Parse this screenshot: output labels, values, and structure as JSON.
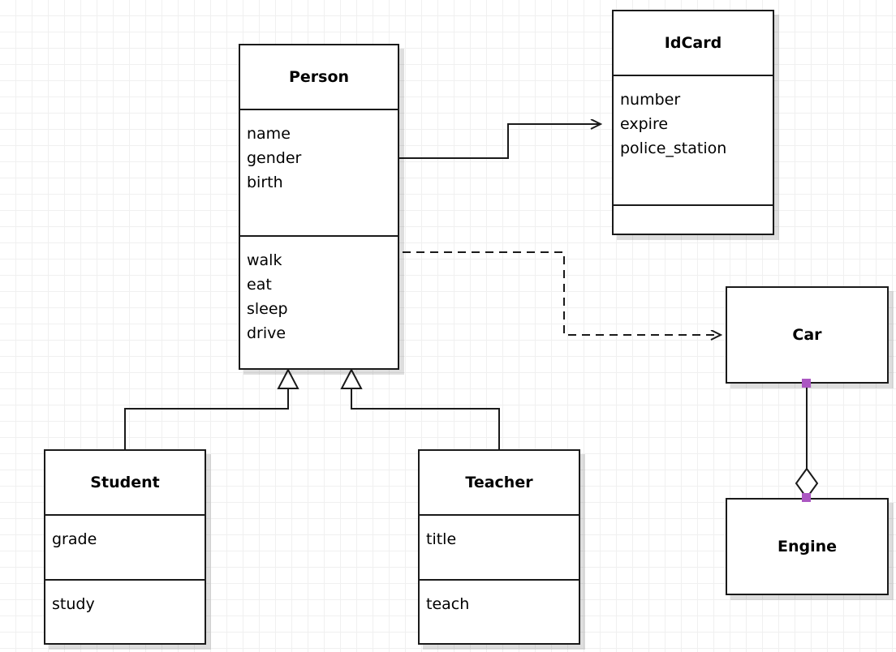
{
  "diagram": {
    "type": "uml-class-diagram",
    "background": "#ffffff",
    "grid_color": "#f0f0f0",
    "grid_size": 20,
    "line_color": "#1a1a1a",
    "handle_color": "#ab57c2"
  },
  "classes": [
    {
      "id": "person",
      "name": "Person",
      "attributes": [
        "name",
        "gender",
        "birth"
      ],
      "methods": [
        "walk",
        "eat",
        "sleep",
        "drive"
      ]
    },
    {
      "id": "idcard",
      "name": "IdCard",
      "attributes": [
        "number",
        "expire",
        "police_station"
      ],
      "methods": []
    },
    {
      "id": "student",
      "name": "Student",
      "attributes": [
        "grade"
      ],
      "methods": [
        "study"
      ]
    },
    {
      "id": "teacher",
      "name": "Teacher",
      "attributes": [
        "title"
      ],
      "methods": [
        "teach"
      ]
    },
    {
      "id": "car",
      "name": "Car",
      "attributes": [],
      "methods": []
    },
    {
      "id": "engine",
      "name": "Engine",
      "attributes": [],
      "methods": []
    }
  ],
  "relationships": [
    {
      "id": "person-idcard",
      "kind": "association",
      "from": "Person",
      "to": "IdCard",
      "style": "solid",
      "arrow": "open-arrow"
    },
    {
      "id": "person-car",
      "kind": "dependency",
      "from": "Person",
      "to": "Car",
      "style": "dashed",
      "arrow": "open-arrow"
    },
    {
      "id": "student-person",
      "kind": "generalization",
      "from": "Student",
      "to": "Person",
      "style": "solid",
      "arrow": "hollow-triangle"
    },
    {
      "id": "teacher-person",
      "kind": "generalization",
      "from": "Teacher",
      "to": "Person",
      "style": "solid",
      "arrow": "hollow-triangle"
    },
    {
      "id": "car-engine",
      "kind": "aggregation",
      "from": "Car",
      "to": "Engine",
      "style": "solid",
      "arrow": "hollow-diamond"
    }
  ]
}
